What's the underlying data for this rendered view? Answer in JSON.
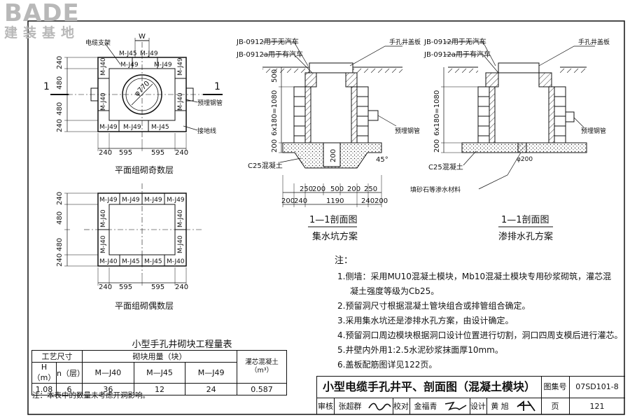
{
  "logo": {
    "main": "BADE",
    "sub": "建装基地"
  },
  "plan_odd": {
    "title": "平面组砌奇数层",
    "top_w": "W",
    "labels_top": [
      "M-J45",
      "M-J49"
    ],
    "labels_mid": [
      "M-J40",
      "M-J49",
      "M-J40",
      "M-J40"
    ],
    "labels_bottom": [
      "M-J49",
      "M-J49",
      "M-J45"
    ],
    "diameter": "φ770",
    "section_mark": "1",
    "callout_cable_bracket": "电缆支架",
    "callout_pipe": "预埋钢管",
    "callout_ground": "接地线",
    "dims_left": [
      "240",
      "480",
      "480",
      "240"
    ],
    "dims_bottom": [
      "240",
      "595",
      "595",
      "240"
    ]
  },
  "plan_even": {
    "title": "平面组砌偶数层",
    "labels_top": [
      "M-J49",
      "M-J49",
      "M-J49",
      "M-J49"
    ],
    "labels_mid": [
      "M-J40",
      "M-J40",
      "M-J40",
      "M-J40"
    ],
    "labels_bottom": [
      "M-J40",
      "M-J45",
      "M-J45",
      "M-J40"
    ],
    "dims_left": [
      "240",
      "480",
      "480",
      "240"
    ],
    "dims_bottom": [
      "240",
      "595",
      "595",
      "240"
    ]
  },
  "section_a": {
    "label_jb1": "JB-0912用于无汽车",
    "label_jb2": "JB-0912a用于有汽车",
    "label_cover": "手孔井盖板",
    "label_pipe": "预埋钢管",
    "label_concrete": "C25混凝土",
    "angle": "45°",
    "sump": "200",
    "dims_left": [
      "500",
      "6x180=1080",
      "200"
    ],
    "dims_bottom_row1": [
      "250",
      "200",
      "500",
      "200",
      "250"
    ],
    "dims_bottom_row2": [
      "200",
      "240",
      "1190",
      "240",
      "200"
    ],
    "caption1": "1—1剖面图",
    "caption2": "集水坑方案"
  },
  "section_b": {
    "label_jb1": "JB-0912用于无汽车",
    "label_jb2": "JB-0912a用于有汽车",
    "label_cover": "手孔井盖板",
    "label_pipe": "预埋钢管",
    "label_concrete": "C25混凝土",
    "label_gravel": "填砂石等渗水材料",
    "hole": "φ200",
    "dims_left": [
      "6x180=1080",
      "200"
    ],
    "caption1": "1—1剖面图",
    "caption2": "渗排水孔方案"
  },
  "notes": {
    "title": "注：",
    "items": [
      "1.侧墙：采用MU10混凝土模块，Mb10混凝土模块专用砂浆砌筑，灌芯混",
      "凝土强度等级为Cb25。",
      "2.预留洞尺寸根据混凝土管块组合或排管组合确定。",
      "3.采用集水坑还是渗排水孔方案，由设计确定。",
      "4.预留洞口周边模块根据洞口设计位置进行切割，洞口四周支模后进行灌芯。",
      "5.井壁内外用1:2.5水泥砂浆抹面厚10mm。",
      "6.盖板配筋图详见122页。"
    ]
  },
  "quantity": {
    "title": "小型手孔井砌块工程量表",
    "h_size": "工艺尺寸",
    "h_blocks": "砌块用量（块）",
    "h_concrete": "灌芯混凝土",
    "h_unit": "（m³）",
    "h_h": "H（m）",
    "h_n": "n（层）",
    "h_j40": "M—J40",
    "h_j45": "M—J45",
    "h_j49": "M—J49",
    "row": [
      "1.08",
      "6",
      "36",
      "12",
      "24",
      "0.587"
    ],
    "note": "注：本表中的数量未考虑开洞影响。"
  },
  "title_block": {
    "title": "小型电缆手孔井平、剖面图（混凝土模块）",
    "atlas_label": "图集号",
    "atlas_no": "07SD101-8",
    "review": "审核",
    "reviewer": "张超群",
    "check": "校对",
    "checker": "金福青",
    "design": "设计",
    "designer": "黄 旭",
    "page_label": "页",
    "page_no": "121"
  }
}
